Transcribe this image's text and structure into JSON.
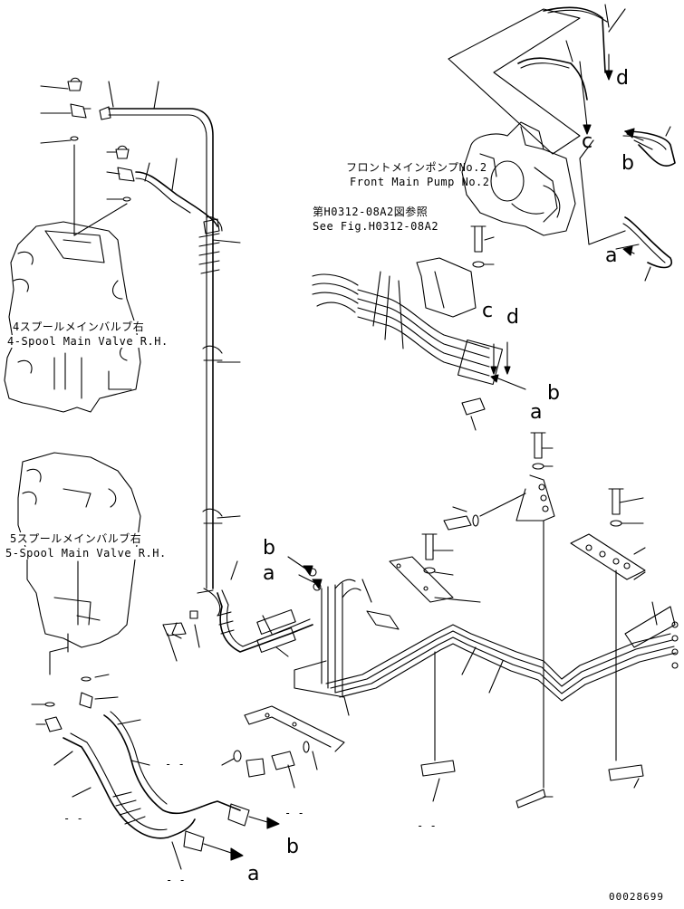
{
  "labels": {
    "front_pump_jp": "フロントメインポンプNo.2",
    "front_pump_en": "Front Main Pump No.2",
    "see_fig_jp": "第H0312-08A2図参照",
    "see_fig_en": "See Fig.H0312-08A2",
    "valve4_jp": "4スプールメインバルブ右",
    "valve4_en": "4-Spool Main Valve R.H.",
    "valve5_jp": "5スプールメインバルブ右",
    "valve5_en": "5-Spool Main Valve R.H."
  },
  "connection_marks": {
    "a": "a",
    "b": "b",
    "c": "c",
    "d": "d"
  },
  "dash_mark": "- -",
  "doc_number": "00028699"
}
